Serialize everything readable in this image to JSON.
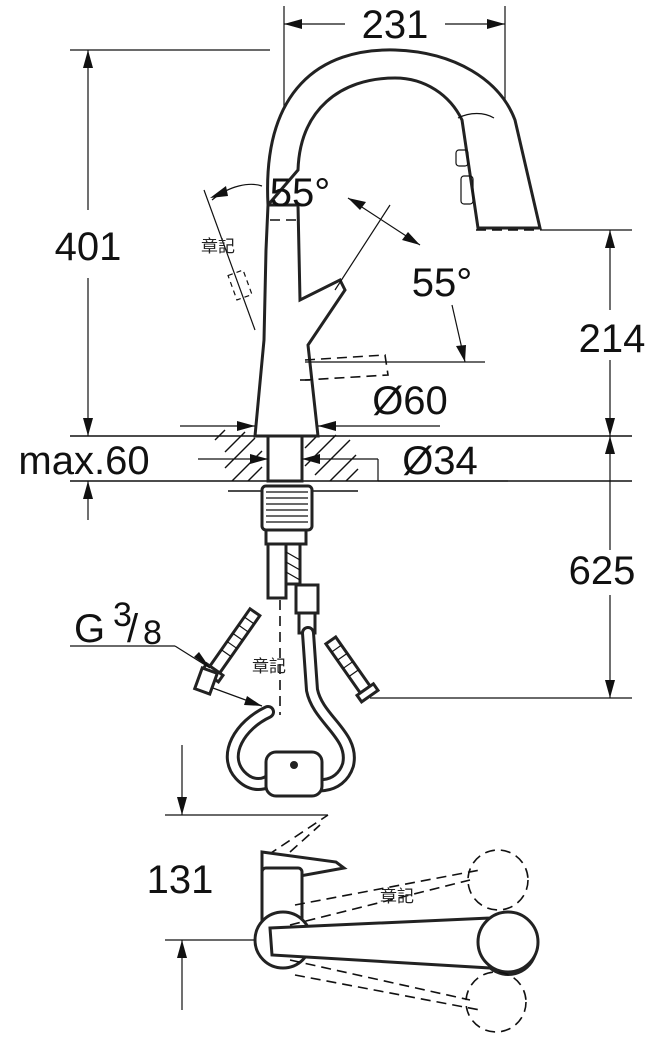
{
  "dimensions": {
    "width_top": "231",
    "height_total": "401",
    "angle_left": "55°",
    "angle_right": "55°",
    "spout_height": "214",
    "diameter_body": "Ø60",
    "deck_max": "max.60",
    "diameter_hole": "Ø34",
    "below_deck": "625",
    "thread_main": "G",
    "thread_num": "3",
    "thread_den": "8",
    "base_height": "131"
  },
  "watermarks": [
    "章記",
    "章記",
    "章記"
  ]
}
